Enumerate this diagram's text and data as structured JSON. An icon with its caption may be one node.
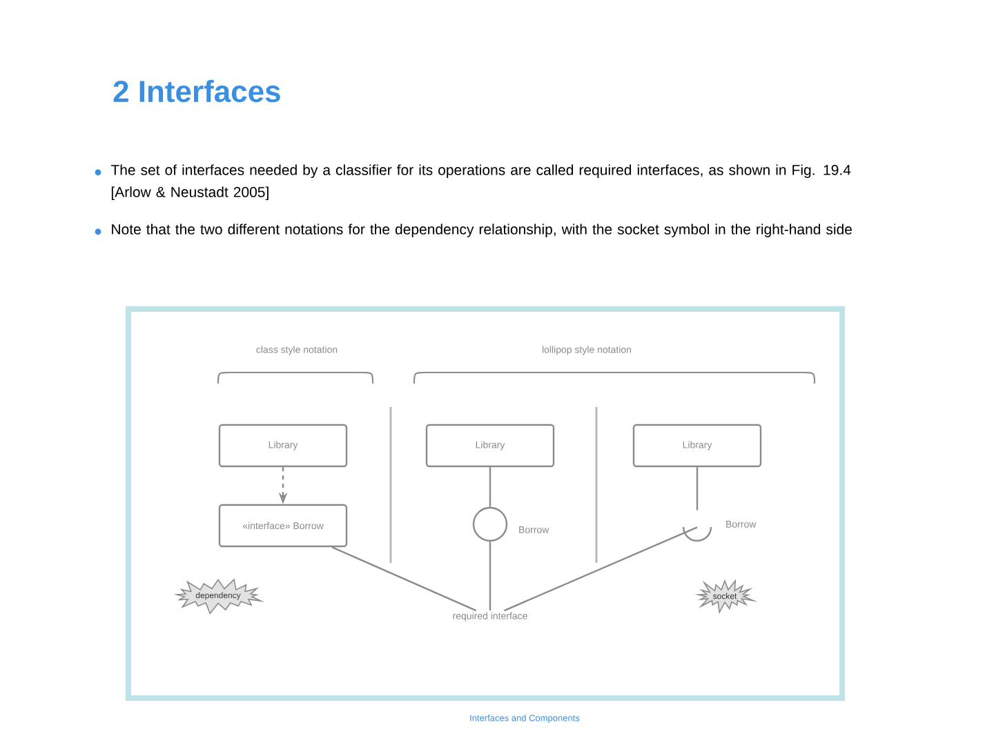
{
  "diagram": {
    "title": "2 Interfaces",
    "caption": "Interfaces and Components",
    "nodes": [
      {
        "text": [
          "Library"
        ]
      },
      {
        "text": [
          "«interface» Borrow"
        ]
      },
      {
        "text": [
          "Library"
        ]
      },
      {
        "text": [],
        "shape": "circle",
        "beside": [
          "Borrow"
        ]
      },
      {
        "text": [
          "Library"
        ]
      },
      {
        "text": [],
        "shape": "socket",
        "beside": [
          "Borrow"
        ]
      },
      {
        "text": [
          "required interface"
        ]
      },
      {
        "text": [
          "dependency"
        ]
      },
      {
        "text": [
          "socket"
        ]
      }
    ],
    "edges": [
      {
        "from": 0,
        "to": 1,
        "arrow": "to",
        "style": "dashed"
      },
      {
        "from": 2,
        "to": 3,
        "arrow": "none"
      },
      {
        "from": 4,
        "to": 5,
        "arrow": "none"
      },
      {
        "from": 6,
        "to": 1,
        "arrow": "none"
      },
      {
        "from": 6,
        "to": 3,
        "arrow": "none"
      },
      {
        "from": 6,
        "to": 5,
        "arrow": "none"
      }
    ],
    "labels": [
      "The set of interfaces needed by a classifier for its operations are called required interfaces, as shown in Fig. 19.4 [Arlow & Neustadt 2005]",
      "Note that the two different notations for the dependency relationship, with the socket symbol in the right-hand side",
      "class style notation",
      "lollipop style notation"
    ]
  }
}
